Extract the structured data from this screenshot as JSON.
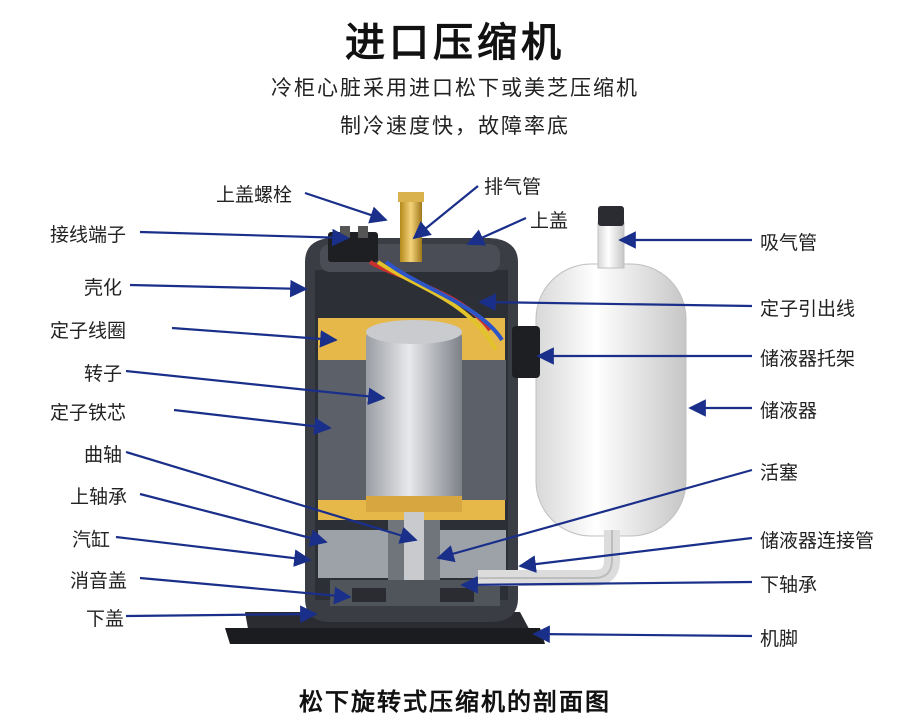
{
  "title": "进口压缩机",
  "subtitle_line1": "冷柜心脏采用进口松下或美芝压缩机",
  "subtitle_line2": "制冷速度快，故障率底",
  "caption": "松下旋转式压缩机的剖面图",
  "colors": {
    "arrow": "#1a2f8a",
    "shell": "#3a3d44",
    "coil": "#e6b84a",
    "core": "#5b6069",
    "accumulator": "#eeeeee"
  },
  "labels_left": [
    "上盖螺栓",
    "接线端子",
    "壳化",
    "定子线圈",
    "转子",
    "定子铁芯",
    "曲轴",
    "上轴承",
    "汽缸",
    "消音盖",
    "下盖"
  ],
  "labels_top": [
    "排气管",
    "上盖"
  ],
  "labels_right": [
    "吸气管",
    "定子引出线",
    "储液器托架",
    "储液器",
    "活塞",
    "储液器连接管",
    "下轴承",
    "机脚"
  ]
}
